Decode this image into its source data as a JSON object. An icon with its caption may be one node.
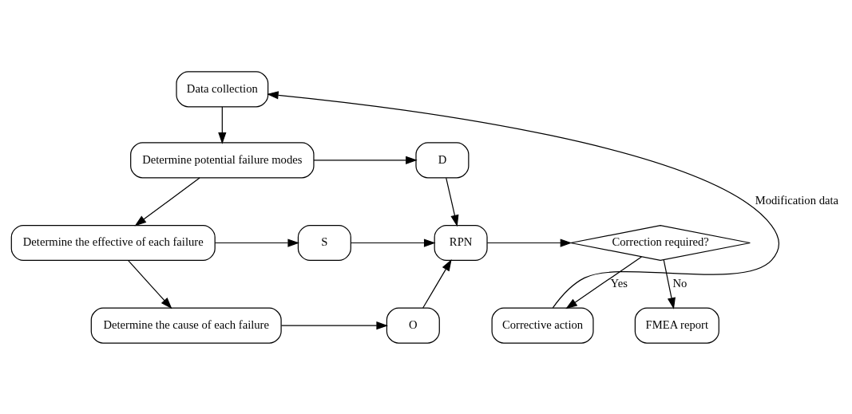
{
  "diagram": {
    "nodes": [
      {
        "text": [
          "Data collection"
        ]
      },
      {
        "text": [
          "Determine potential failure modes"
        ]
      },
      {
        "text": [
          "Determine the effective of each failure"
        ]
      },
      {
        "text": [
          "Determine the cause of each failure"
        ]
      },
      {
        "text": [
          "D"
        ]
      },
      {
        "text": [
          "S"
        ]
      },
      {
        "text": [
          "O"
        ]
      },
      {
        "text": [
          "RPN"
        ]
      },
      {
        "text": [
          "Correction required?"
        ]
      },
      {
        "text": [
          "FMEA report"
        ]
      },
      {
        "text": [
          "Corrective action"
        ]
      }
    ],
    "edges": [
      {
        "from": 0,
        "to": 1,
        "arrow": "to"
      },
      {
        "from": 1,
        "to": 2,
        "arrow": "to"
      },
      {
        "from": 2,
        "to": 3,
        "arrow": "to"
      },
      {
        "from": 1,
        "to": 4,
        "arrow": "to"
      },
      {
        "from": 2,
        "to": 5,
        "arrow": "to"
      },
      {
        "from": 3,
        "to": 6,
        "arrow": "to"
      },
      {
        "from": 4,
        "to": 7,
        "arrow": "to"
      },
      {
        "from": 5,
        "to": 7,
        "arrow": "to"
      },
      {
        "from": 6,
        "to": 7,
        "arrow": "to"
      },
      {
        "from": 7,
        "to": 8,
        "arrow": "to"
      },
      {
        "from": 8,
        "to": 9,
        "label": "No",
        "arrow": "to"
      },
      {
        "from": 8,
        "to": 10,
        "label": "Yes",
        "arrow": "to"
      },
      {
        "from": 10,
        "to": 0,
        "label": "Modification data",
        "arrow": "to"
      }
    ]
  }
}
